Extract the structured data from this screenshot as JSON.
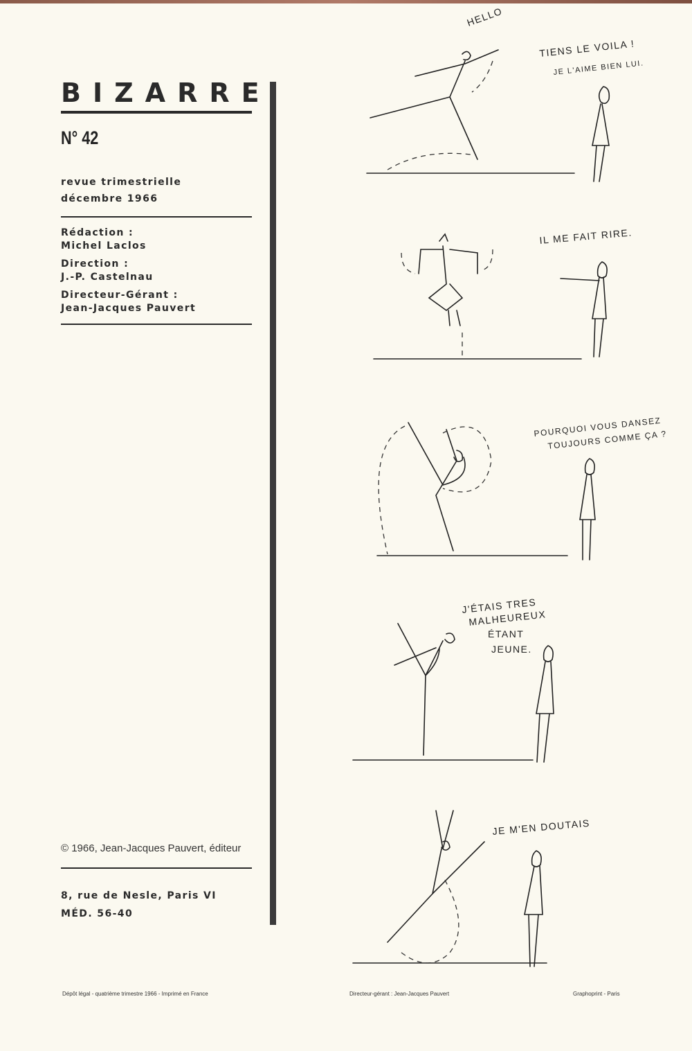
{
  "masthead": {
    "title": "BIZARRE",
    "issue": "N° 42",
    "periodicity": "revue trimestrielle",
    "date": "décembre 1966"
  },
  "credits": [
    {
      "role": "Rédaction :",
      "name": "Michel Laclos"
    },
    {
      "role": "Direction :",
      "name": "J.-P. Castelnau"
    },
    {
      "role": "Directeur-Gérant :",
      "name": "Jean-Jacques Pauvert"
    }
  ],
  "copyright": "© 1966, Jean-Jacques Pauvert, éditeur",
  "address": {
    "line1": "8, rue de Nesle, Paris VI",
    "line2": "MÉD. 56-40"
  },
  "footer": {
    "left": "Dépôt légal - quatrième trimestre 1966 - Imprimé en France",
    "center": "Directeur-gérant : Jean-Jacques Pauvert",
    "right": "Graphoprint - Paris"
  },
  "cartoon": {
    "panels": [
      {
        "dancer": "HELLO",
        "woman": [
          "TIENS LE VOILA !",
          "JE L'AIME BIEN LUI."
        ]
      },
      {
        "woman": [
          "IL ME FAIT RIRE."
        ]
      },
      {
        "woman": [
          "POURQUOI VOUS DANSEZ",
          "TOUJOURS COMME ÇA ?"
        ]
      },
      {
        "dancer_lines": [
          "J'ÉTAIS TRES",
          "MALHEUREUX",
          "ÉTANT",
          "JEUNE."
        ]
      },
      {
        "woman": [
          "JE M'EN DOUTAIS"
        ]
      }
    ]
  }
}
